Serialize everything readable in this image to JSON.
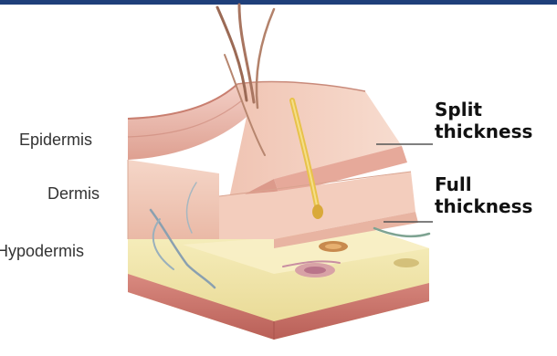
{
  "colors": {
    "brand_bar": "#1f3f7a",
    "epidermis": "#e9b2a6",
    "dermis": "#f2cbbb",
    "hypodermis": "#f1e6a8",
    "base": "#c9736a",
    "hair": "#b0795d",
    "nerve": "#e8c24a",
    "vessel": "#8aa0b0"
  },
  "labels": {
    "epidermis": "Epidermis",
    "dermis": "Dermis",
    "hypodermis": "Hypodermis"
  },
  "callouts": {
    "split_line1": "Split",
    "split_line2": "thickness",
    "full_line1": "Full",
    "full_line2": "thickness"
  },
  "icons": [
    "skin-block-illustration",
    "hair-strand",
    "nerve-fiber",
    "blood-vessel"
  ]
}
